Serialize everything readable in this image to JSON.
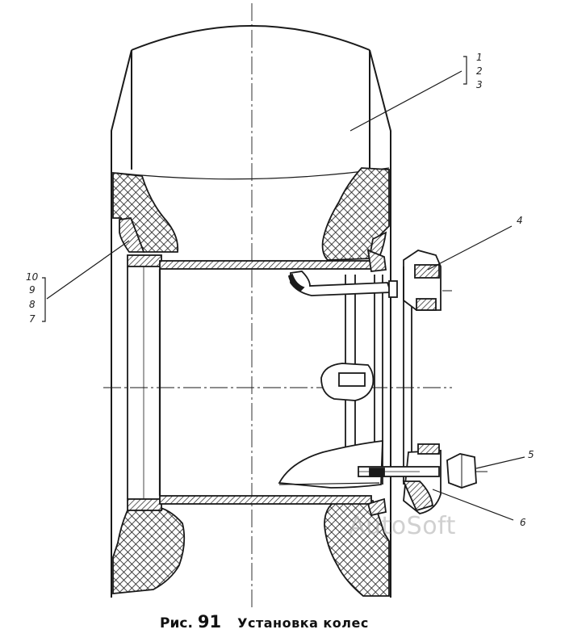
{
  "caption": {
    "figure_label": "Рис.",
    "figure_number": "91",
    "title": "Установка колес"
  },
  "callouts": {
    "c1": "1",
    "c2": "2",
    "c3": "3",
    "c4": "4",
    "c5": "5",
    "c6": "6",
    "c7": "7",
    "c8": "8",
    "c9": "9",
    "c10": "10"
  },
  "watermark": "AutoSoft",
  "colors": {
    "line": "#1a1a1a",
    "background": "#ffffff",
    "watermark": "#aaaaaa"
  }
}
